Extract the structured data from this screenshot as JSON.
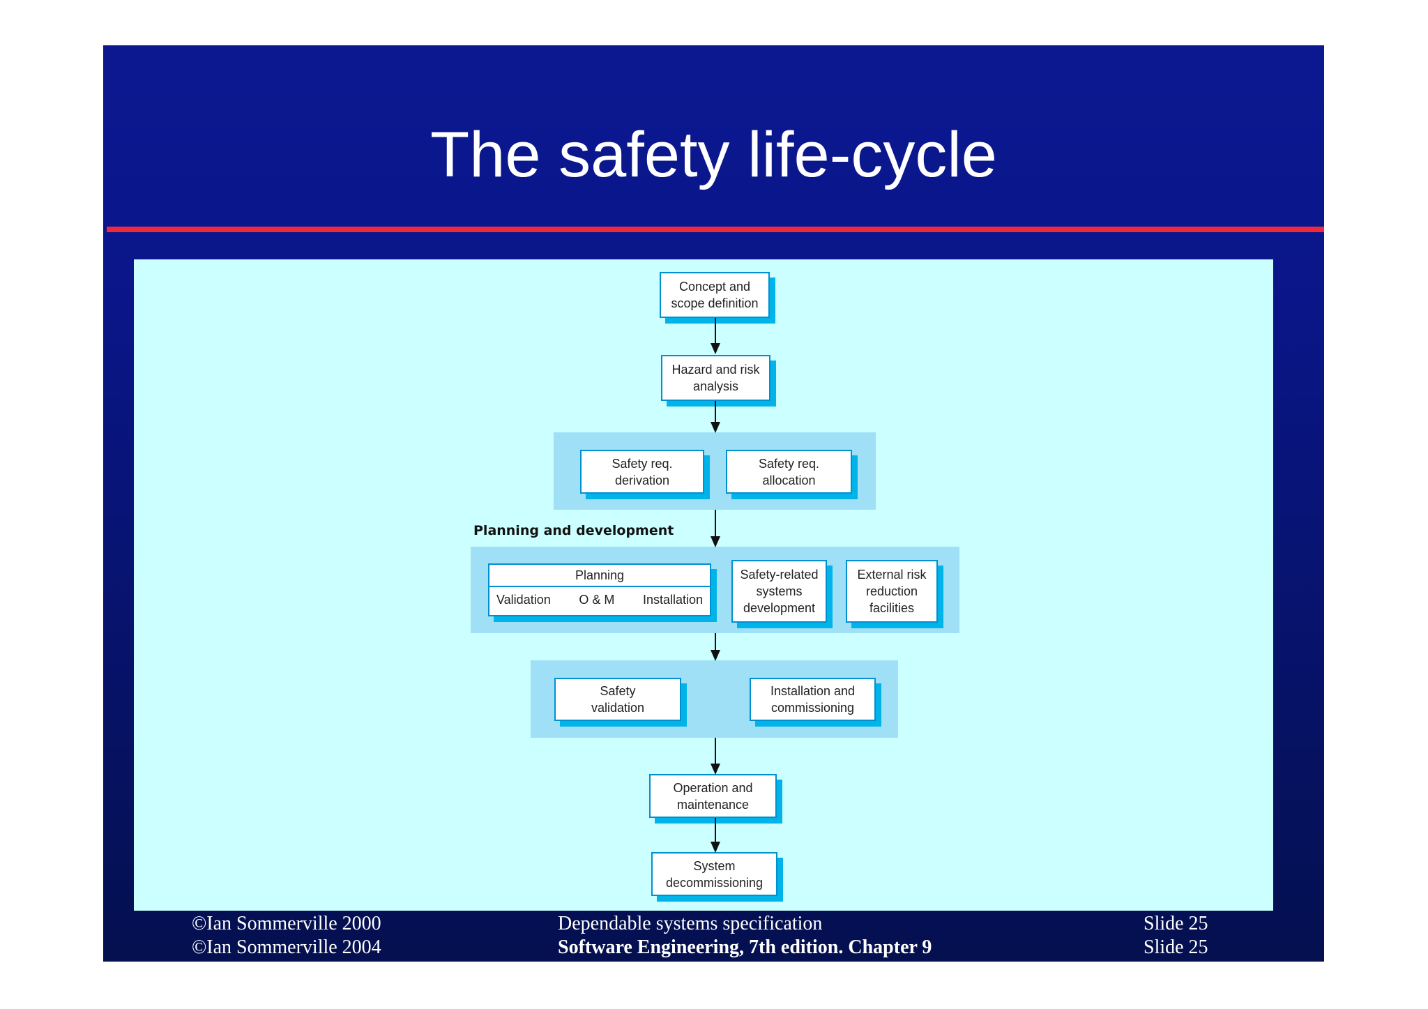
{
  "title": "The safety life-cycle",
  "diagram": {
    "concept": "Concept and scope definition",
    "hazard": "Hazard and risk analysis",
    "derivation": "Safety req. derivation",
    "allocation": "Safety req. allocation",
    "planning_label": "Planning and development",
    "planning": "Planning",
    "validation": "Validation",
    "om": "O & M",
    "installation": "Installation",
    "srs": "Safety-related systems development",
    "external": "External risk reduction facilities",
    "safety_validation": "Safety validation",
    "install_commission": "Installation and commissioning",
    "operation": "Operation and maintenance",
    "decommission": "System decommissioning"
  },
  "footer": {
    "copyright_a": "©Ian Sommerville 2000",
    "copyright_b": "©Ian Sommerville 2004",
    "center_a": "Dependable systems specification",
    "center_b": "Software Engineering, 7th edition. Chapter 9",
    "slide_a": "Slide 25",
    "slide_b": "Slide 25"
  },
  "colors": {
    "header": "#0b1890",
    "accent_line": "#f0283c",
    "panel": "#ccffff",
    "group": "#a0e0f6",
    "box_shadow": "#00b4ea"
  }
}
